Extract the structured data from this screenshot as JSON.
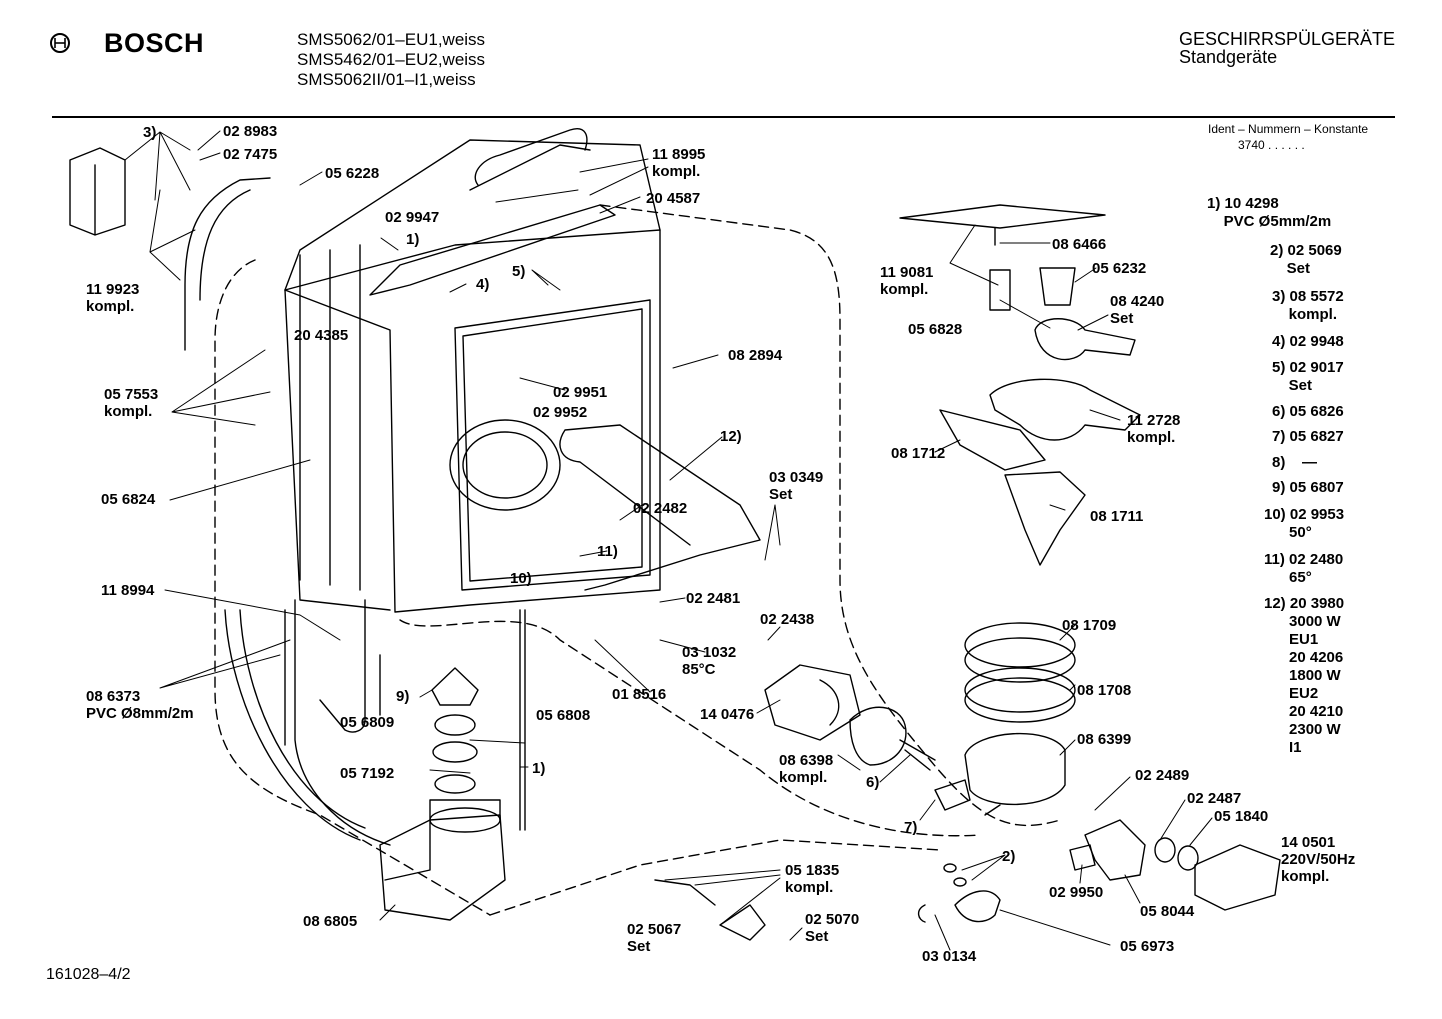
{
  "header": {
    "brand": "BOSCH",
    "models": [
      "SMS5062/01–EU1,weiss",
      "SMS5462/01–EU2,weiss",
      "SMS5062II/01–I1,weiss"
    ],
    "category": "GESCHIRRSPÜLGERÄTE",
    "subcategory": "Standgeräte",
    "ident_label": "Ident – Nummern – Konstante",
    "ident_value": "3740  .  .  .  .  .  ."
  },
  "footer": {
    "doc_id": "161028–4/2"
  },
  "legend": [
    {
      "label": "1) 10 4298\n    PVC Ø5mm/2m"
    },
    {
      "label": "2) 02 5069\n    Set"
    },
    {
      "label": "3) 08 5572\n    kompl."
    },
    {
      "label": "4) 02 9948"
    },
    {
      "label": "5) 02 9017\n    Set"
    },
    {
      "label": "6) 05 6826"
    },
    {
      "label": "7) 05 6827"
    },
    {
      "label": "8)    —"
    },
    {
      "label": "9) 05 6807"
    },
    {
      "label": "10) 02 9953\n      50°"
    },
    {
      "label": "11) 02 2480\n      65°"
    },
    {
      "label": "12) 20 3980\n      3000 W\n      EU1\n      20 4206\n      1800 W\n      EU2\n      20 4210\n      2300 W\n      I1"
    }
  ],
  "callouts": [
    {
      "label": "3)"
    },
    {
      "label": "02 8983"
    },
    {
      "label": "02 7475"
    },
    {
      "label": "05 6228"
    },
    {
      "label": "11 8995\nkompl."
    },
    {
      "label": "02 9947"
    },
    {
      "label": "20 4587"
    },
    {
      "label": "1)"
    },
    {
      "label": "4)"
    },
    {
      "label": "5)"
    },
    {
      "label": "11 9923\nkompl."
    },
    {
      "label": "20 4385"
    },
    {
      "label": "08 2894"
    },
    {
      "label": "02 9951"
    },
    {
      "label": "02 9952"
    },
    {
      "label": "05 7553\nkompl."
    },
    {
      "label": "12)"
    },
    {
      "label": "05 6824"
    },
    {
      "label": "03 0349\nSet"
    },
    {
      "label": "02 2482"
    },
    {
      "label": "11)"
    },
    {
      "label": "10)"
    },
    {
      "label": "11 8994"
    },
    {
      "label": "02 2481"
    },
    {
      "label": "02 2438"
    },
    {
      "label": "03 1032\n85°C"
    },
    {
      "label": "08 6373\nPVC Ø8mm/2m"
    },
    {
      "label": "9)"
    },
    {
      "label": "01 8516"
    },
    {
      "label": "14 0476"
    },
    {
      "label": "05 6809"
    },
    {
      "label": "05 6808"
    },
    {
      "label": "05 7192"
    },
    {
      "label": "1)"
    },
    {
      "label": "08 6398\nkompl."
    },
    {
      "label": "6)"
    },
    {
      "label": "7)"
    },
    {
      "label": "08 6805"
    },
    {
      "label": "05 1835\nkompl."
    },
    {
      "label": "02 5067\nSet"
    },
    {
      "label": "02 5070\nSet"
    },
    {
      "label": "08 6466"
    },
    {
      "label": "11 9081\nkompl."
    },
    {
      "label": "05 6232"
    },
    {
      "label": "08 4240\nSet"
    },
    {
      "label": "05 6828"
    },
    {
      "label": "11 2728\nkompl."
    },
    {
      "label": "08 1712"
    },
    {
      "label": "08 1711"
    },
    {
      "label": "08 1709"
    },
    {
      "label": "08 1708"
    },
    {
      "label": "08 6399"
    },
    {
      "label": "02 2489"
    },
    {
      "label": "02 2487"
    },
    {
      "label": "05 1840"
    },
    {
      "label": "14 0501\n220V/50Hz\nkompl."
    },
    {
      "label": "2)"
    },
    {
      "label": "02 9950"
    },
    {
      "label": "05 8044"
    },
    {
      "label": "03 0134"
    },
    {
      "label": "05 6973"
    }
  ]
}
